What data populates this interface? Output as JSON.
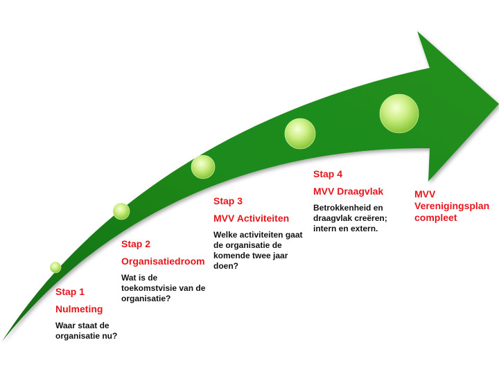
{
  "steps": [
    {
      "label": "Stap 1",
      "name": "Nulmeting",
      "description": "Waar staat de organisatie nu?"
    },
    {
      "label": "Stap 2",
      "name": "Organisatiedroom",
      "description": "Wat is de toekomstvisie van de organisatie?"
    },
    {
      "label": "Stap 3",
      "name": "MVV Activiteiten",
      "description": "Welke activiteiten gaat de organisatie de komende twee jaar doen?"
    },
    {
      "label": "Stap 4",
      "name": "MVV Draagvlak",
      "description": "Betrokkenheid en draagvlak creëren; intern en extern."
    }
  ],
  "final": {
    "text": "MVV Verenigingsplan compleet"
  },
  "colors": {
    "arrow": "#1f8a1a",
    "arrow_dark": "#136b11",
    "accent_text": "#e8141c",
    "body_text": "#111111",
    "bubble": "#b8e45c"
  }
}
